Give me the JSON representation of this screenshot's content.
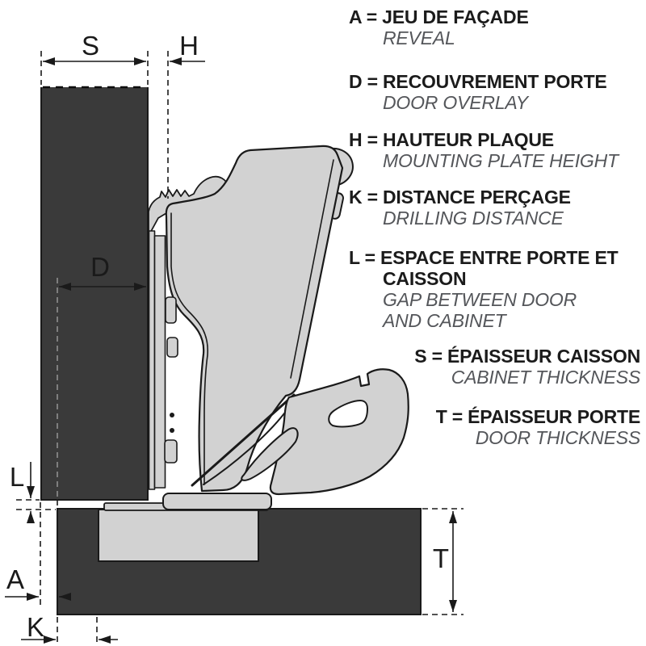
{
  "colors": {
    "background": "#ffffff",
    "panel_dark": "#3a3a3a",
    "part_light": "#d2d2d2",
    "outline": "#1a1a1a",
    "dashed_on_dark": "#8f8f8f",
    "label_text": "#1a1a1a",
    "translation_text": "#54565a"
  },
  "diagram": {
    "dim_labels": {
      "s": "S",
      "h": "H",
      "d": "D",
      "l": "L",
      "a": "A",
      "k": "K",
      "t": "T"
    }
  },
  "legend": {
    "items": [
      {
        "letter": "A",
        "fr": "A = JEU DE FAÇADE",
        "en": "REVEAL"
      },
      {
        "letter": "D",
        "fr": "D = RECOUVREMENT PORTE",
        "en": "DOOR OVERLAY"
      },
      {
        "letter": "H",
        "fr": "H = HAUTEUR PLAQUE",
        "en": "MOUNTING PLATE HEIGHT"
      },
      {
        "letter": "K",
        "fr": "K = DISTANCE PERÇAGE",
        "en": "DRILLING DISTANCE"
      },
      {
        "letter": "L",
        "fr": "L = ESPACE ENTRE PORTE ET CAISSON",
        "en": "GAP BETWEEN DOOR AND CABINET"
      },
      {
        "letter": "S",
        "fr": "S = ÉPAISSEUR CAISSON",
        "en": "CABINET THICKNESS"
      },
      {
        "letter": "T",
        "fr": "T = ÉPAISSEUR PORTE",
        "en": "DOOR THICKNESS"
      }
    ]
  }
}
